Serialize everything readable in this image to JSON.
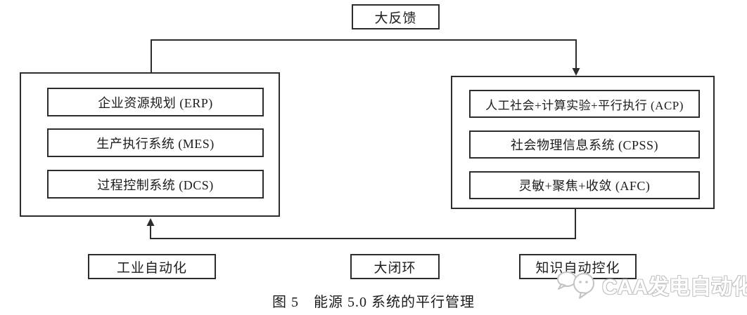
{
  "diagram": {
    "top_label": "大反馈",
    "left_group": {
      "items": [
        {
          "label": "企业资源规划 (ERP)"
        },
        {
          "label": "生产执行系统 (MES)"
        },
        {
          "label": "过程控制系统 (DCS)"
        }
      ]
    },
    "right_group": {
      "items": [
        {
          "label": "人工社会+计算实验+平行执行 (ACP)"
        },
        {
          "label": "社会物理信息系统 (CPSS)"
        },
        {
          "label": "灵敏+聚焦+收敛 (AFC)"
        }
      ]
    },
    "bottom_labels": {
      "industrial_automation": "工业自动化",
      "big_closed_loop": "大闭环",
      "knowledge_automation": "知识自动控化"
    },
    "caption": "图 5　能源 5.0 系统的平行管理",
    "watermark": {
      "text": "CAA发电自动化",
      "icon": "chat-bubbles-icon"
    },
    "colors": {
      "line": "#2d2d2d",
      "text": "#1c1c1c",
      "watermark": "#c3c3c3"
    }
  }
}
